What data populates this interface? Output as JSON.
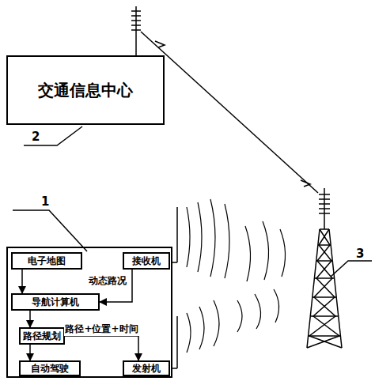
{
  "diagram": {
    "nodes": [
      {
        "text": [
          "交通信息中心"
        ]
      },
      {
        "text": []
      },
      {
        "text": [
          "电子地图"
        ],
        "in": 1
      },
      {
        "text": [
          "接收机"
        ],
        "in": 1
      },
      {
        "text": [
          "导航计算机"
        ],
        "in": 1
      },
      {
        "text": [
          "路径规划"
        ],
        "in": 1
      },
      {
        "text": [
          "自动驾驶"
        ],
        "in": 1
      },
      {
        "text": [
          "发射机"
        ],
        "in": 1
      }
    ],
    "edges": [
      {
        "from": 2,
        "to": 4,
        "arrow": "to"
      },
      {
        "from": 3,
        "to": 4,
        "label": "动态路况",
        "arrow": "to"
      },
      {
        "from": 4,
        "to": 5,
        "arrow": "to"
      },
      {
        "from": 5,
        "to": 6,
        "arrow": "to"
      },
      {
        "from": 5,
        "to": 7,
        "label": "路径+位置+时间",
        "arrow": "to"
      }
    ],
    "labels": [
      "2",
      "1",
      "3"
    ]
  }
}
